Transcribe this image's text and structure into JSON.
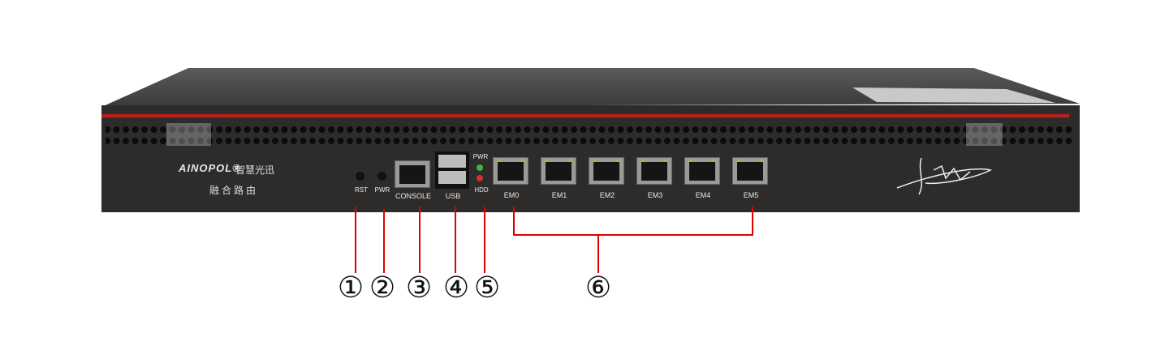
{
  "device": {
    "brand": "AINOPOL®",
    "brand_cn": "智慧光迅",
    "product_name": "融合路由",
    "signature": "signature",
    "colors": {
      "panel": "#2e2c2b",
      "stripe": "#c0201c",
      "callout_line": "#e00000"
    }
  },
  "ports": {
    "rst": "RST",
    "pwr_button": "PWR",
    "console": "CONSOLE",
    "usb": "USB",
    "pwr_led": "PWR",
    "hdd_led": "HDD",
    "ethernet": [
      "EM0",
      "EM1",
      "EM2",
      "EM3",
      "EM4",
      "EM5"
    ]
  },
  "callouts": [
    "①",
    "②",
    "③",
    "④",
    "⑤",
    "⑥"
  ]
}
